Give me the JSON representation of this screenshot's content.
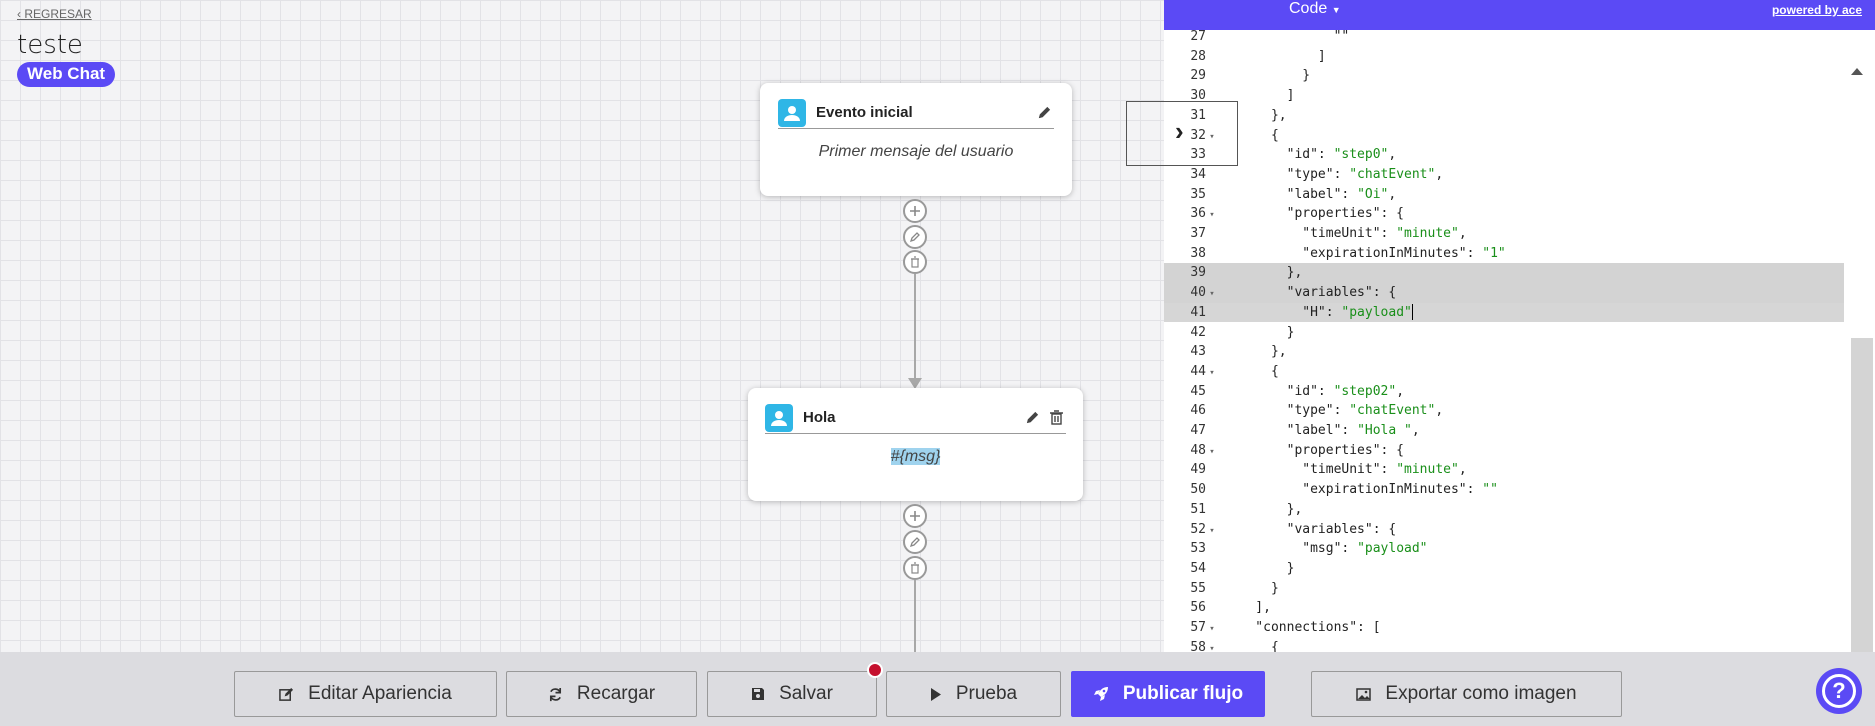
{
  "header": {
    "back_label": "‹ REGRESAR",
    "flow_name": "teste",
    "channel_badge": "Web Chat"
  },
  "nodes": [
    {
      "title": "Evento inicial",
      "body": "Primer mensaje del usuario",
      "icon": "user-icon"
    },
    {
      "title": "Hola",
      "body": "#{msg}",
      "icon": "user-icon"
    }
  ],
  "code_panel": {
    "tab_label": "Code",
    "powered_label": "powered by ace",
    "lines": [
      {
        "n": "27",
        "fold": false,
        "text": "              \"\""
      },
      {
        "n": "28",
        "fold": false,
        "text": "            ]"
      },
      {
        "n": "29",
        "fold": false,
        "text": "          }"
      },
      {
        "n": "30",
        "fold": false,
        "text": "        ]"
      },
      {
        "n": "31",
        "fold": false,
        "text": "      },"
      },
      {
        "n": "32",
        "fold": true,
        "text": "      {"
      },
      {
        "n": "33",
        "fold": false,
        "text": "        \"id\": \"step0\","
      },
      {
        "n": "34",
        "fold": false,
        "text": "        \"type\": \"chatEvent\","
      },
      {
        "n": "35",
        "fold": false,
        "text": "        \"label\": \"Oi\","
      },
      {
        "n": "36",
        "fold": true,
        "text": "        \"properties\": {"
      },
      {
        "n": "37",
        "fold": false,
        "text": "          \"timeUnit\": \"minute\","
      },
      {
        "n": "38",
        "fold": false,
        "text": "          \"expirationInMinutes\": \"1\""
      },
      {
        "n": "39",
        "fold": false,
        "text": "        },"
      },
      {
        "n": "40",
        "fold": true,
        "text": "        \"variables\": {"
      },
      {
        "n": "41",
        "fold": false,
        "text": "          \"H\": \"payload\""
      },
      {
        "n": "42",
        "fold": false,
        "text": "        }"
      },
      {
        "n": "43",
        "fold": false,
        "text": "      },"
      },
      {
        "n": "44",
        "fold": true,
        "text": "      {"
      },
      {
        "n": "45",
        "fold": false,
        "text": "        \"id\": \"step02\","
      },
      {
        "n": "46",
        "fold": false,
        "text": "        \"type\": \"chatEvent\","
      },
      {
        "n": "47",
        "fold": false,
        "text": "        \"label\": \"Hola \","
      },
      {
        "n": "48",
        "fold": true,
        "text": "        \"properties\": {"
      },
      {
        "n": "49",
        "fold": false,
        "text": "          \"timeUnit\": \"minute\","
      },
      {
        "n": "50",
        "fold": false,
        "text": "          \"expirationInMinutes\": \"\""
      },
      {
        "n": "51",
        "fold": false,
        "text": "        },"
      },
      {
        "n": "52",
        "fold": true,
        "text": "        \"variables\": {"
      },
      {
        "n": "53",
        "fold": false,
        "text": "          \"msg\": \"payload\""
      },
      {
        "n": "54",
        "fold": false,
        "text": "        }"
      },
      {
        "n": "55",
        "fold": false,
        "text": "      }"
      },
      {
        "n": "56",
        "fold": false,
        "text": "    ],"
      },
      {
        "n": "57",
        "fold": true,
        "text": "    \"connections\": ["
      },
      {
        "n": "58",
        "fold": true,
        "text": "      {"
      }
    ]
  },
  "toolbar": {
    "edit_label": "Editar Apariencia",
    "reload_label": "Recargar",
    "save_label": "Salvar",
    "test_label": "Prueba",
    "publish_label": "Publicar flujo",
    "export_label": "Exportar como imagen"
  },
  "colors": {
    "accent": "#5b4af5",
    "node_icon": "#2fb6e6",
    "unsaved_dot": "#c5102e"
  }
}
